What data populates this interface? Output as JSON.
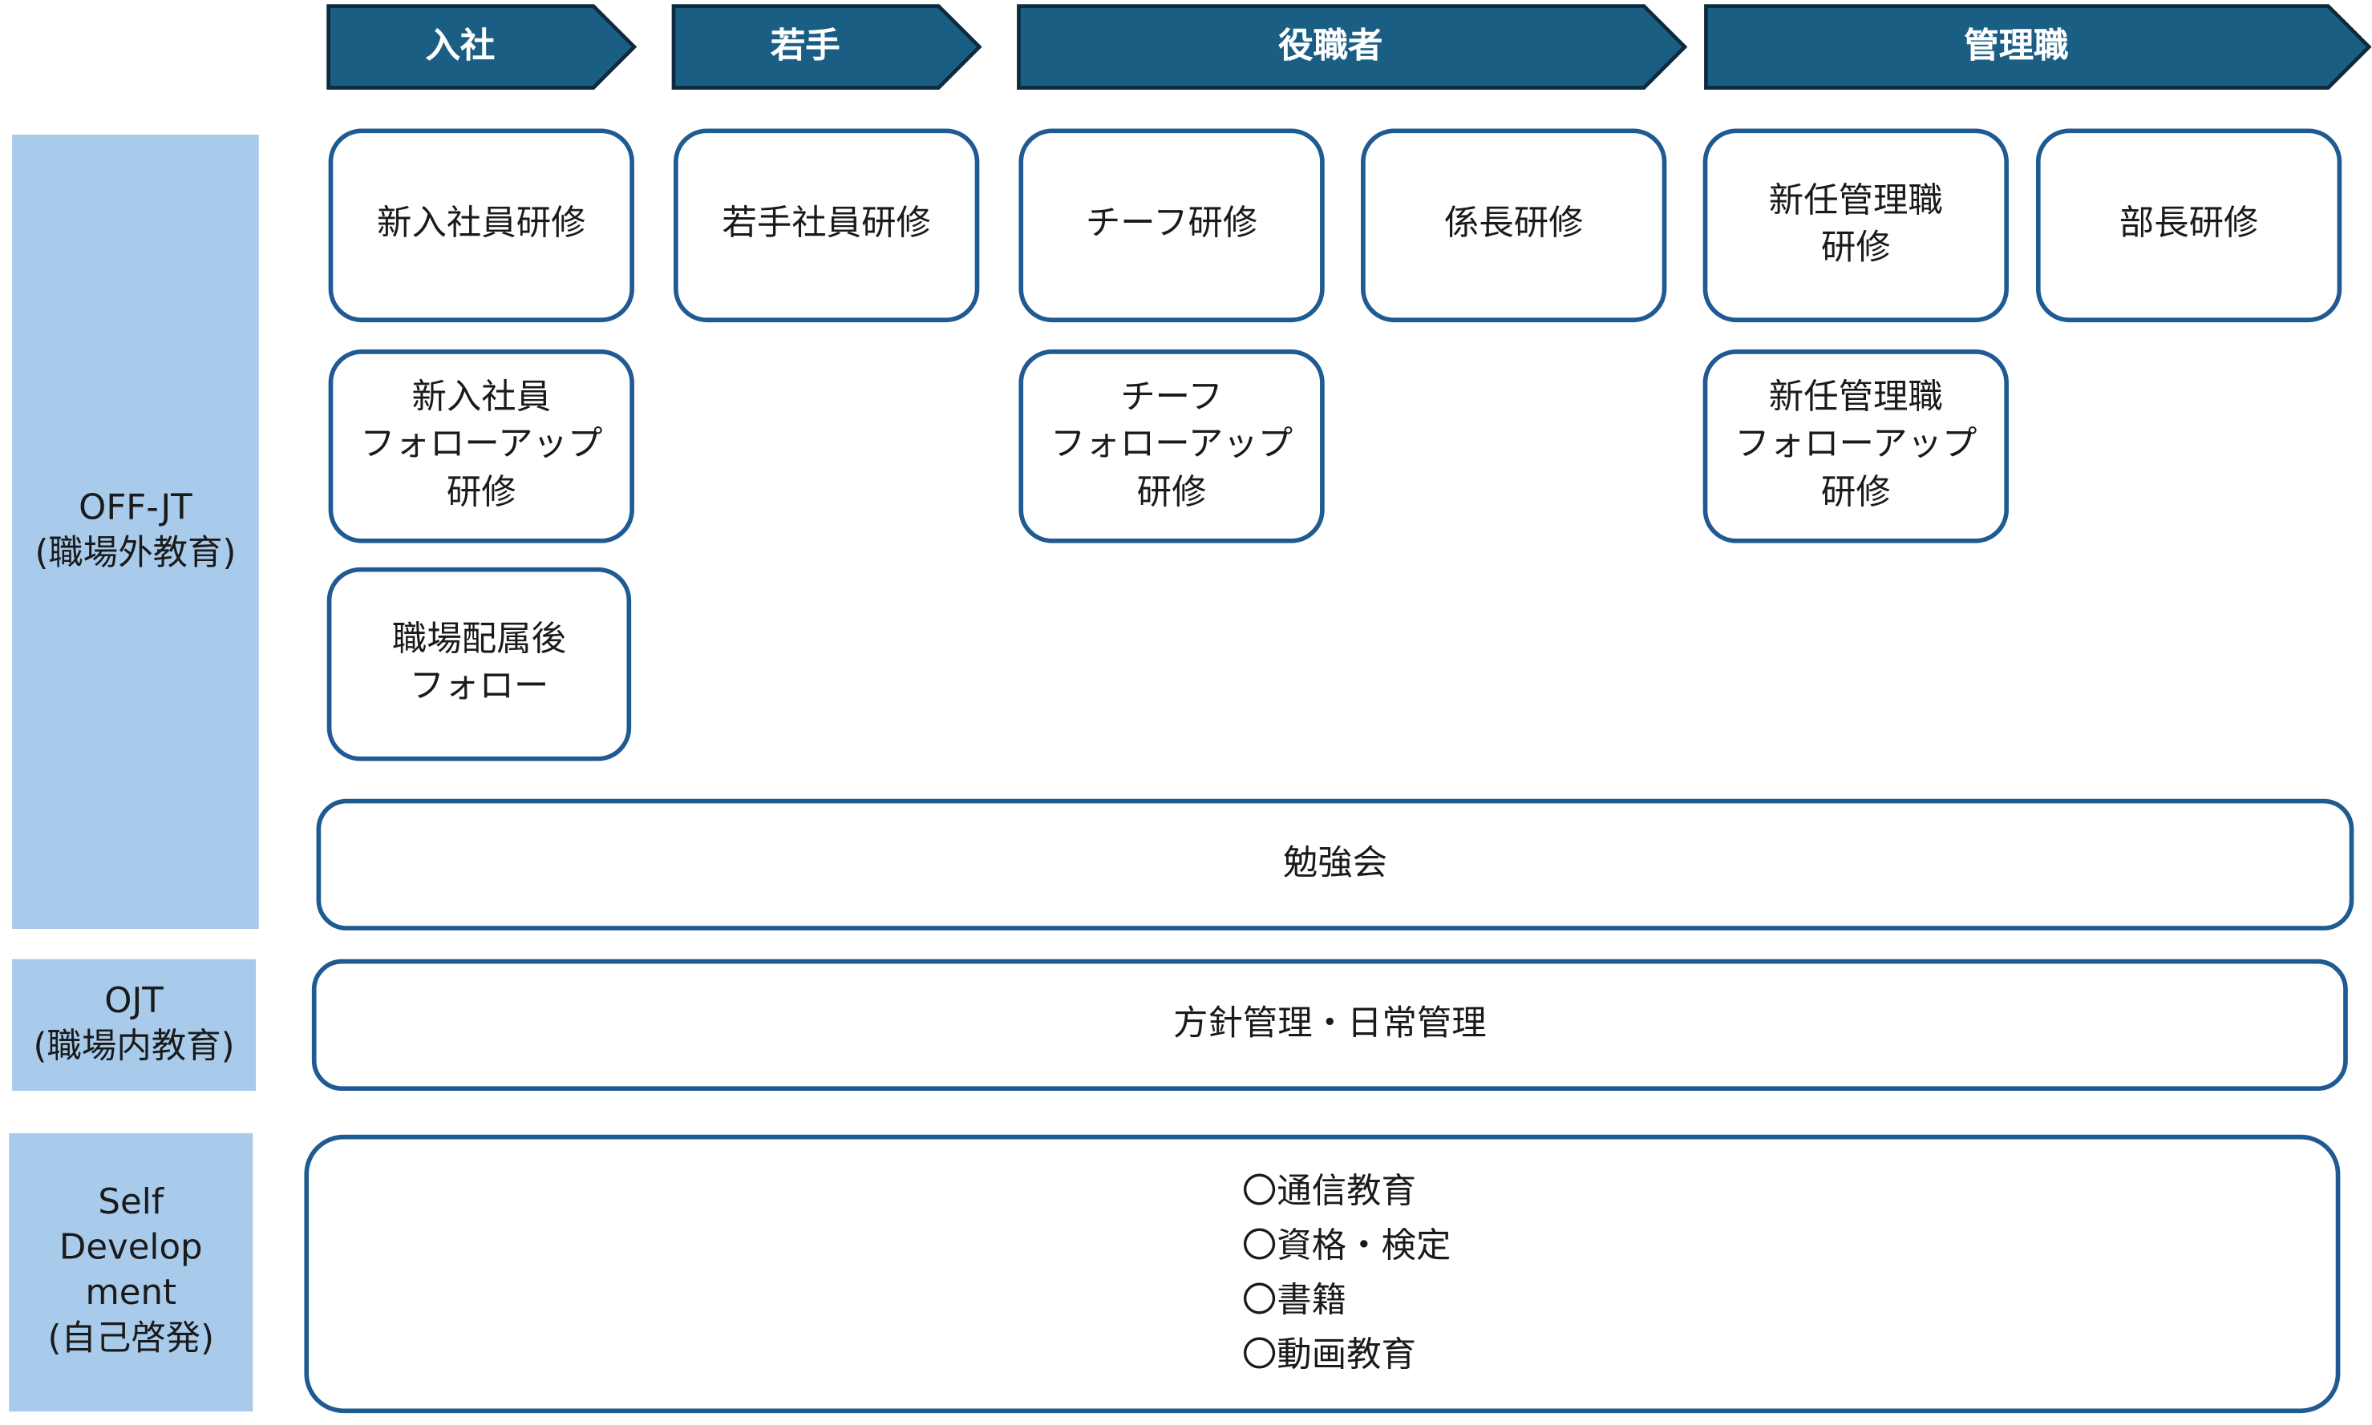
{
  "stages": [
    {
      "label": "入社"
    },
    {
      "label": "若手"
    },
    {
      "label": "役職者"
    },
    {
      "label": "管理職"
    }
  ],
  "categories": {
    "off_jt": "OFF-JT\n(職場外教育)",
    "ojt": "OJT\n(職場内教育)",
    "self_development": "Self\nDevelop\nment\n(自己啓発)"
  },
  "trainings": {
    "new_employee": "新入社員研修",
    "new_employee_followup": "新入社員\nフォローアップ\n研修",
    "post_assignment_follow": "職場配属後\nフォロー",
    "young_employee": "若手社員研修",
    "chief": "チーフ研修",
    "chief_followup": "チーフ\nフォローアップ\n研修",
    "section_chief": "係長研修",
    "new_manager": "新任管理職\n研修",
    "new_manager_followup": "新任管理職\nフォローアップ\n研修",
    "department_head": "部長研修",
    "study_group": "勉強会",
    "ojt_policy": "方針管理・日常管理"
  },
  "self_development_items": [
    "〇通信教育",
    "〇資格・検定",
    "〇書籍",
    "〇動画教育"
  ],
  "colors": {
    "stage_fill": "#1b5e84",
    "stage_border": "#0e2a3d",
    "category_fill": "#a9cbeb",
    "box_border": "#1f5a92"
  }
}
